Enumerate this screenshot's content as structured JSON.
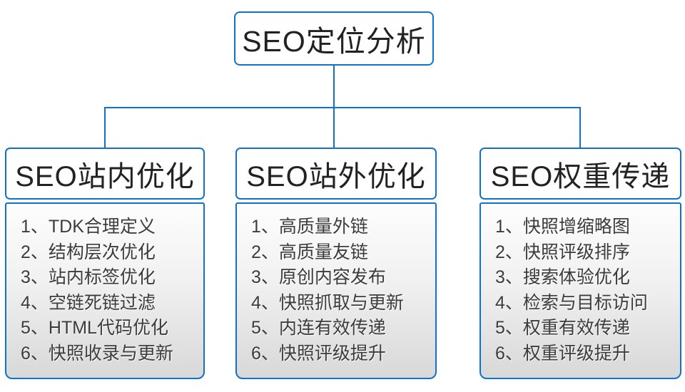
{
  "colors": {
    "line": "#1173c8",
    "node_background": "#ffffff",
    "list_gradient_top": "#fdfdfd",
    "list_gradient_bottom": "#d8d8d8",
    "text": "#222222",
    "list_text": "#3c3c3c"
  },
  "root": {
    "title": "SEO定位分析"
  },
  "branches": [
    {
      "title": "SEO站内优化",
      "items": [
        "1、TDK合理定义",
        "2、结构层次优化",
        "3、站内标签优化",
        "4、空链死链过滤",
        "5、HTML代码优化",
        "6、快照收录与更新"
      ]
    },
    {
      "title": "SEO站外优化",
      "items": [
        "1、高质量外链",
        "2、高质量友链",
        "3、原创内容发布",
        "4、快照抓取与更新",
        "5、内连有效传递",
        "6、快照评级提升"
      ]
    },
    {
      "title": "SEO权重传递",
      "items": [
        "1、快照增缩略图",
        "2、快照评级排序",
        "3、搜索体验优化",
        "4、检索与目标访问",
        "5、权重有效传递",
        "6、权重评级提升"
      ]
    }
  ]
}
